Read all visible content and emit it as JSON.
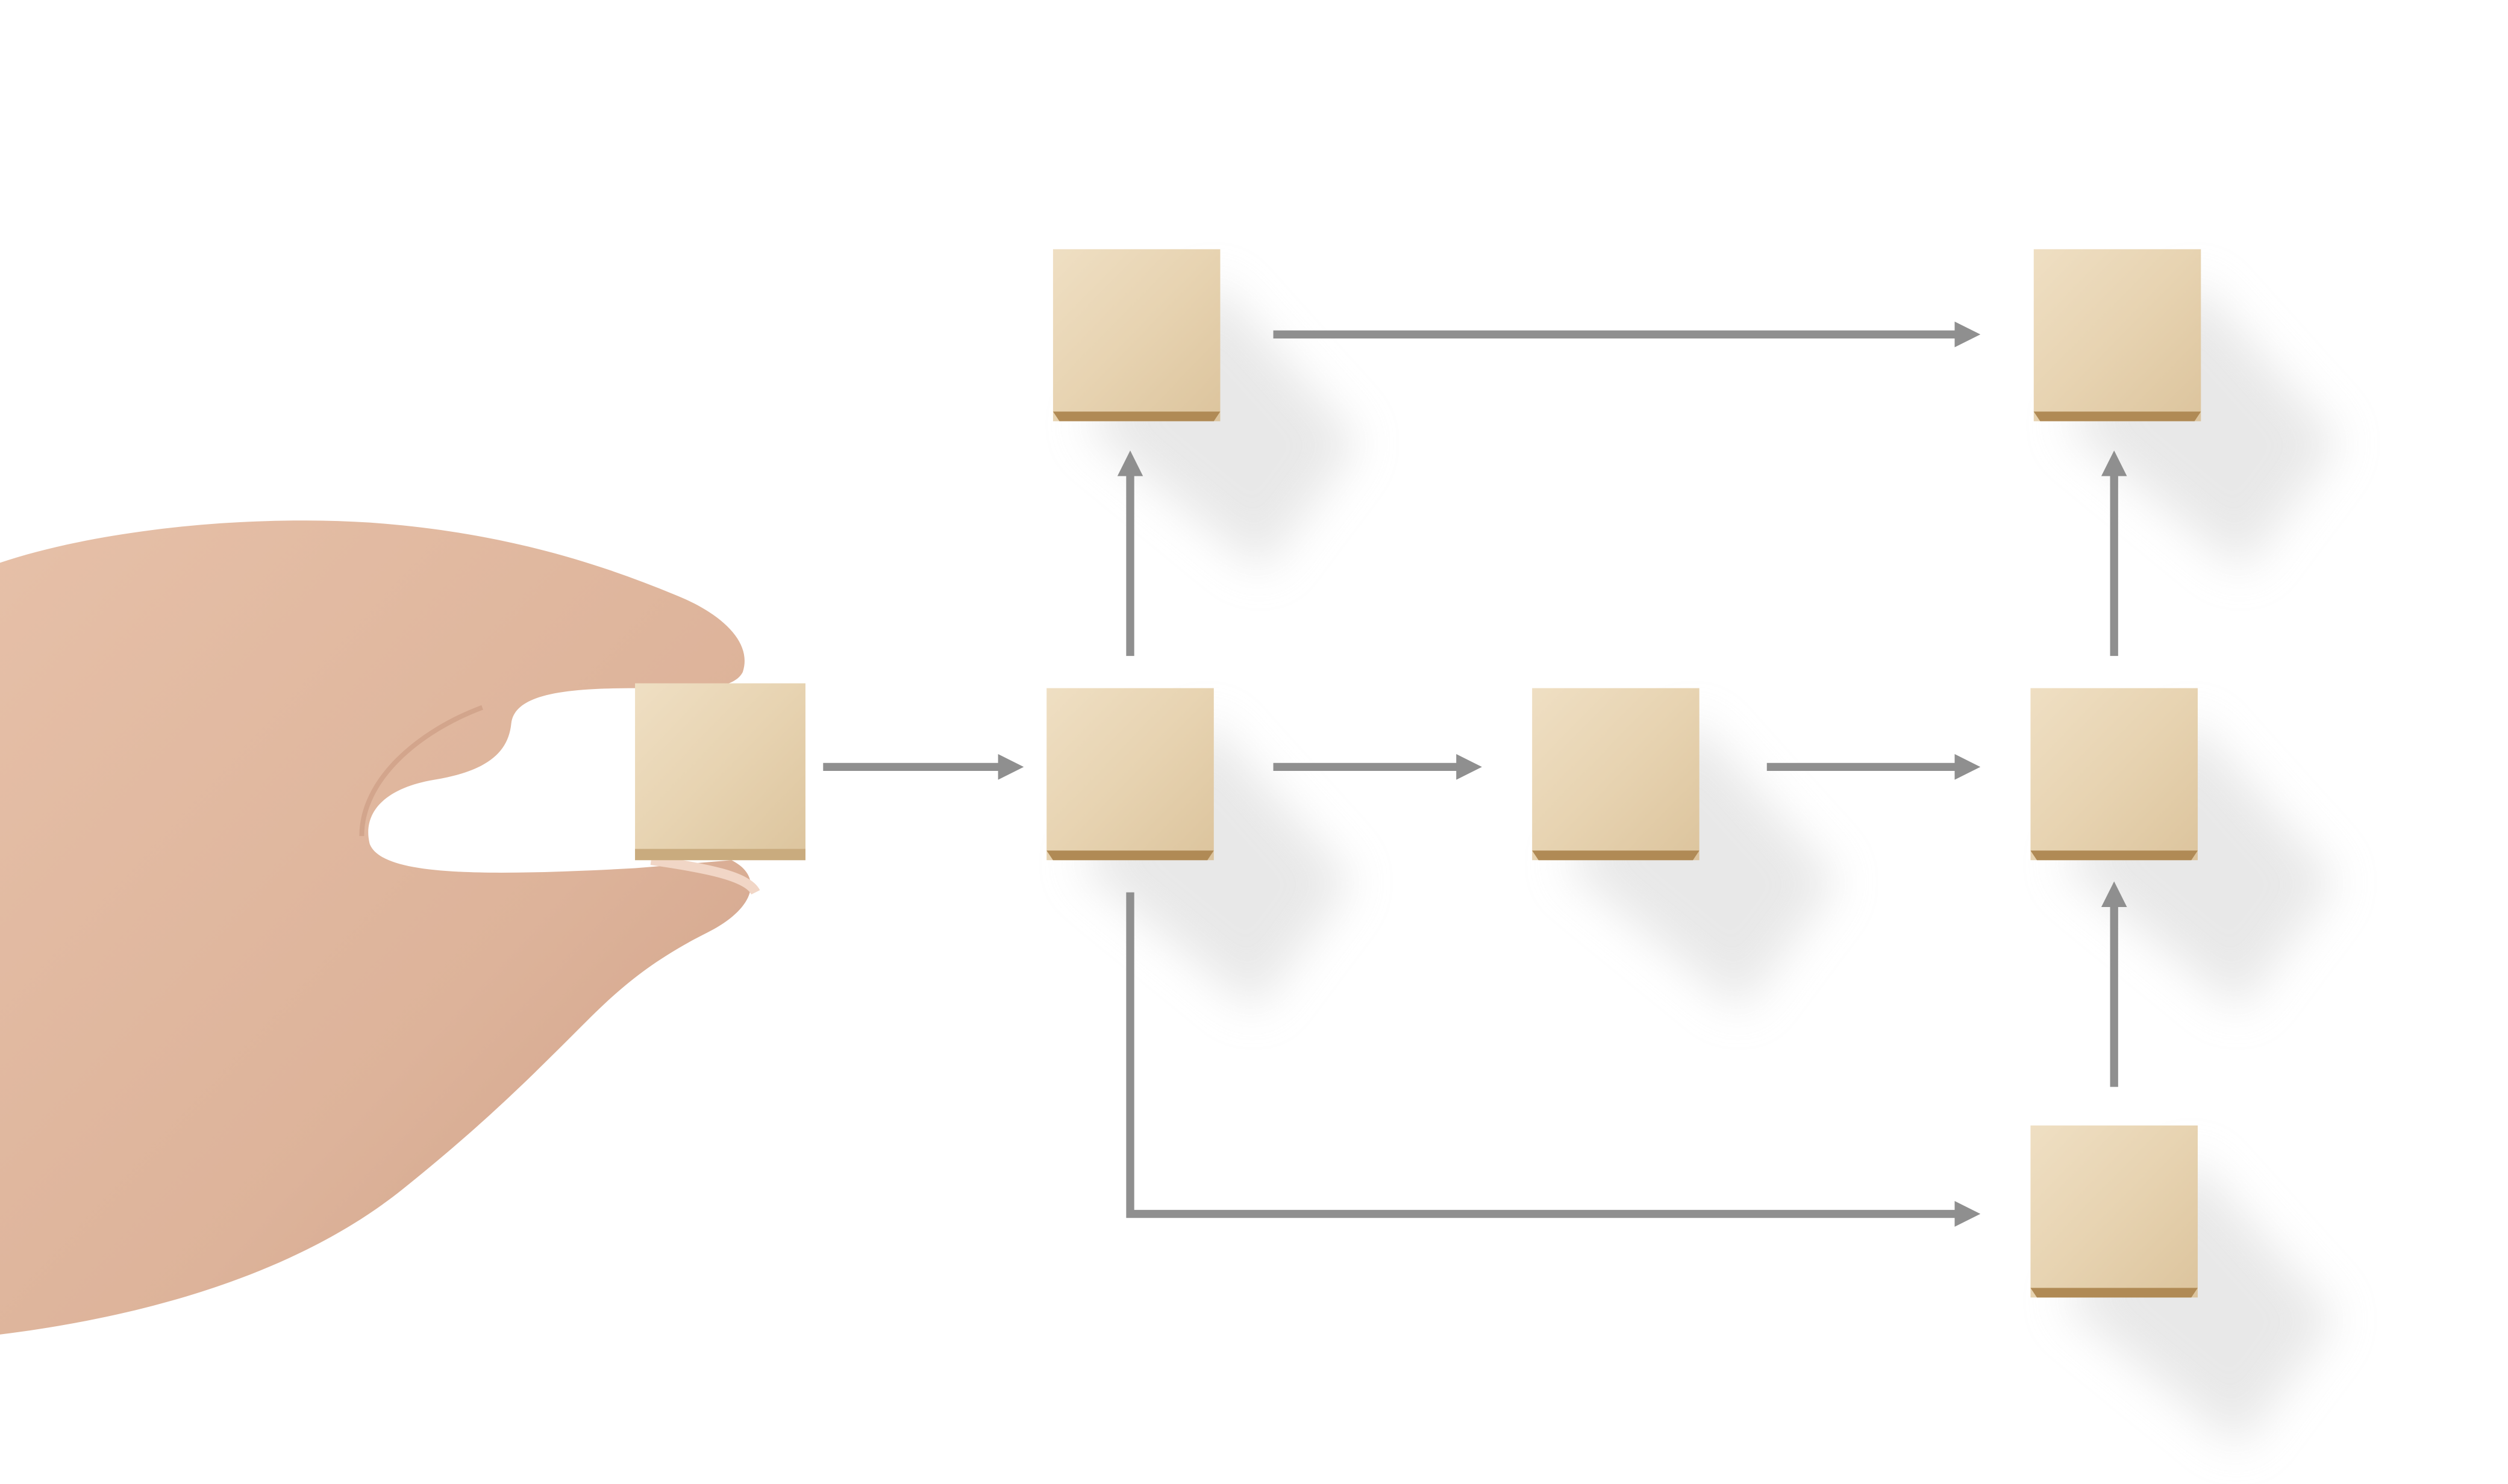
{
  "scene": {
    "subject": "hand-placing-wooden-block-flowchart",
    "colors": {
      "background": "#ffffff",
      "block_face": "#e9d6b6",
      "block_edge": "#b08a55",
      "arrow": "#8f8f8f",
      "skin": "#e2b9a2",
      "shadow": "#d9d9d9"
    },
    "block_count": 7,
    "arrow_count": 8
  }
}
